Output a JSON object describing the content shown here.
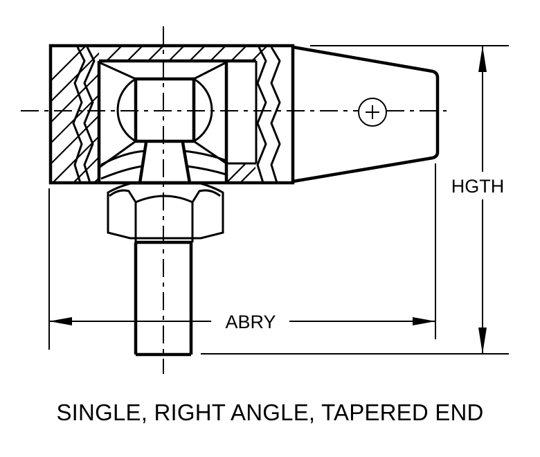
{
  "drawing": {
    "title": "SINGLE, RIGHT ANGLE, TAPERED END",
    "dimensions": {
      "width_label": "ABRY",
      "height_label": "HGTH"
    },
    "colors": {
      "line": "#000000",
      "background": "#ffffff"
    }
  }
}
